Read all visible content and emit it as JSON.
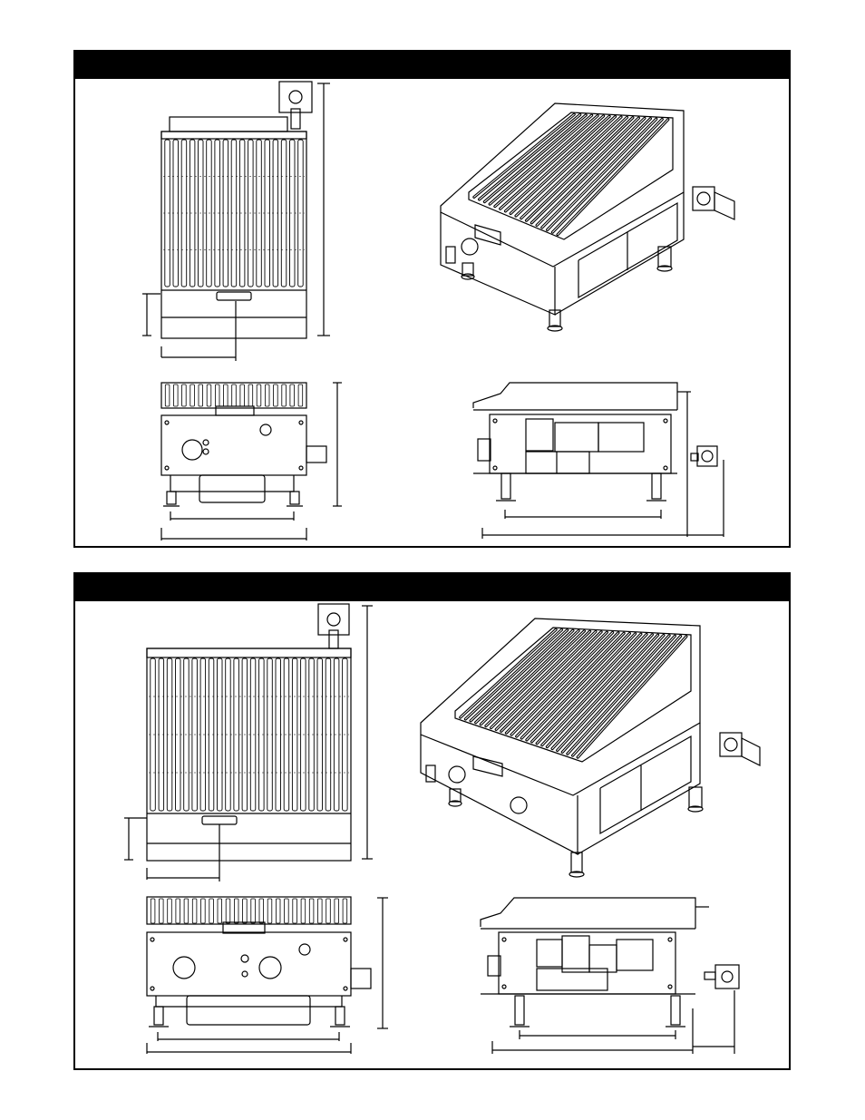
{
  "page": {
    "background": "#ffffff",
    "ink": "#000000"
  },
  "panels": [
    {
      "id": "single-burner",
      "header_text": "",
      "burner_count": 1,
      "grate_bar_count": 17,
      "views": [
        "top-view",
        "isometric-view",
        "front-view",
        "side-view"
      ]
    },
    {
      "id": "double-burner",
      "header_text": "",
      "burner_count": 2,
      "grate_bar_count": 24,
      "views": [
        "top-view",
        "isometric-view",
        "front-view",
        "side-view"
      ]
    }
  ]
}
